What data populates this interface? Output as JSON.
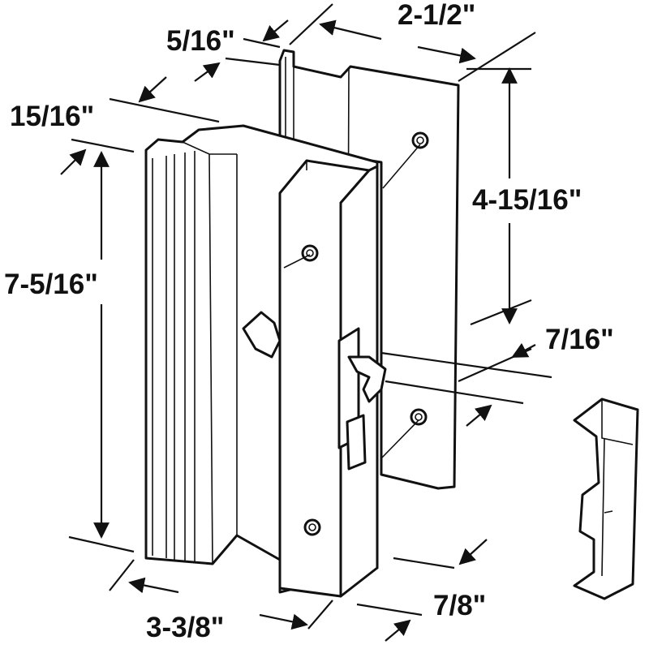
{
  "diagram": {
    "dimensions": {
      "top_width": "2-1/2\"",
      "flange_offset": "5/16\"",
      "handle_depth": "15/16\"",
      "plate_hole_spacing": "4-15/16\"",
      "handle_height": "7-5/16\"",
      "latch_offset": "7/16\"",
      "catch_width": "7/8\"",
      "handle_width": "3-3/8\""
    },
    "colors": {
      "line": "#111111",
      "fill": "#ffffff",
      "background": "#ffffff"
    }
  }
}
